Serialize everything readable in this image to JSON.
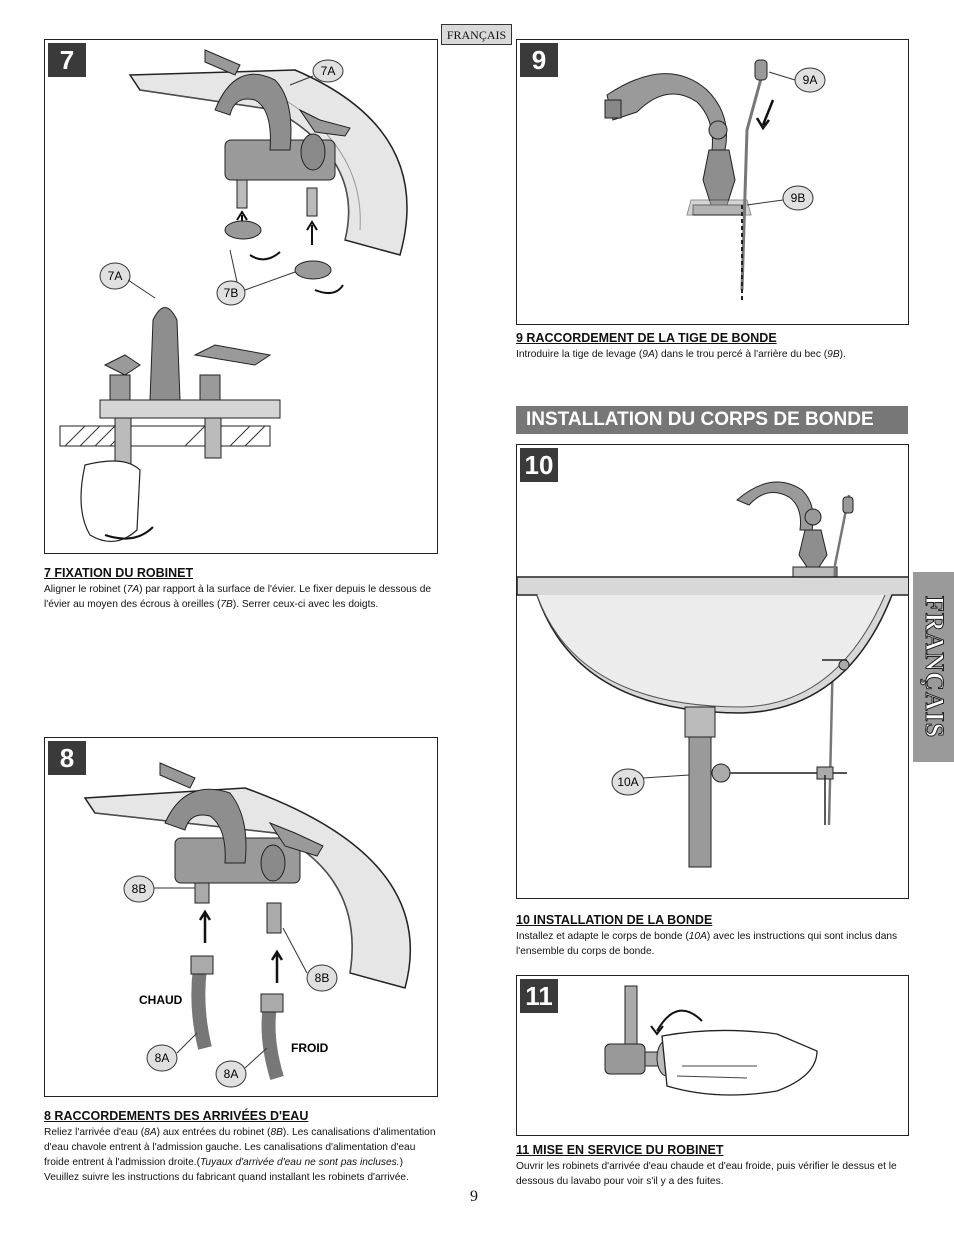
{
  "language_tab": "FRANÇAIS",
  "side_tab": "FRANÇAIS",
  "page_number": "9",
  "section_heading": "INSTALLATION DU CORPS DE BONDE",
  "steps": {
    "s7": {
      "number": "7",
      "title": "7  FIXATION DU ROBINET",
      "body_parts": [
        "Aligner le robinet (",
        "7A",
        ") par rapport à la surface de l'évier. Le fixer depuis le dessous de l'évier au moyen des écrous à oreilles (",
        "7B",
        "). Serrer ceux-ci avec les doigts."
      ],
      "callouts": [
        "7A",
        "7A",
        "7B"
      ]
    },
    "s8": {
      "number": "8",
      "title": "8  RACCORDEMENTS DES ARRIVÉES D'EAU",
      "body_parts": [
        "Reliez l'arrivée d'eau (",
        "8A",
        ") aux entrées du robinet (",
        "8B",
        "). Les canalisations d'alimentation d'eau chavole entrent à l'admission gauche. Les canalisations d'alimentation d'eau froide entrent à l'admission droite.(",
        "Tuyaux d'arrivée d'eau ne sont pas incluses.",
        ") Veuillez suivre les instructions du fabricant quand installant les robinets d'arrivée."
      ],
      "callouts": [
        "8B",
        "8B",
        "8A",
        "8A"
      ],
      "label_hot": "CHAUD",
      "label_cold": "FROID"
    },
    "s9": {
      "number": "9",
      "title": "9  RACCORDEMENT DE LA TIGE DE BONDE",
      "body_parts": [
        "Introduire la tige de levage (",
        "9A",
        ") dans le trou percé à l'arrière du bec (",
        "9B",
        ")."
      ],
      "callouts": [
        "9A",
        "9B"
      ]
    },
    "s10": {
      "number": "10",
      "title": "10  INSTALLATION DE LA BONDE ",
      "body_parts": [
        "Installez et adapte le corps de bonde (",
        "10A",
        ") avec les instructions qui sont inclus dans l'ensemble du corps de bonde."
      ],
      "callouts": [
        "10A"
      ]
    },
    "s11": {
      "number": "11",
      "title": "11  MISE EN SERVICE DU ROBINET",
      "body_parts": [
        "Ouvrir les robinets d'arrivée d'eau chaude et d'eau froide, puis vérifier le dessus et le dessous du lavabo pour voir s'il y a des fuites."
      ]
    }
  }
}
